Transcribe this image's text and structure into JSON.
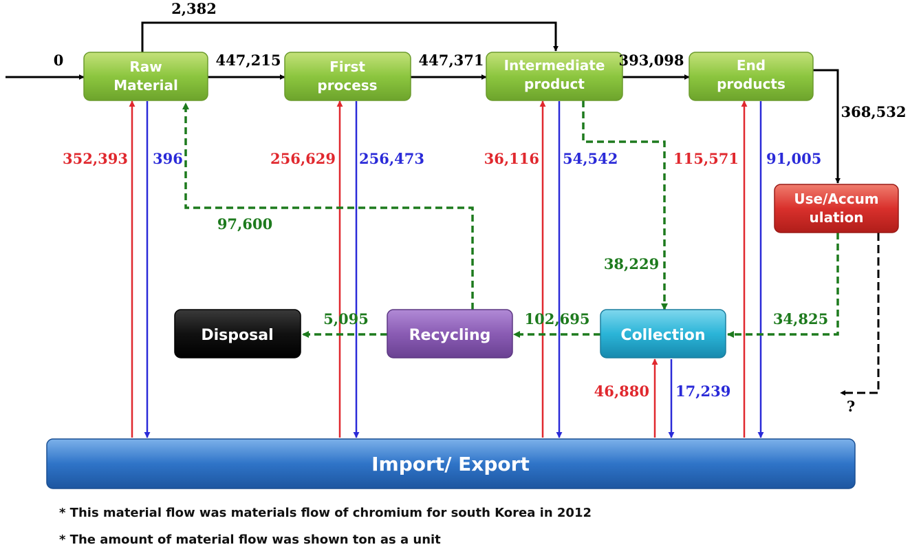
{
  "nodes": {
    "raw_material": {
      "line1": "Raw",
      "line2": "Material"
    },
    "first_process": {
      "line1": "First",
      "line2": "process"
    },
    "intermediate_product": {
      "line1": "Intermediate",
      "line2": "product"
    },
    "end_products": {
      "line1": "End",
      "line2": "products"
    },
    "use_accumulation": {
      "line1": "Use/Accum",
      "line2": "ulation"
    },
    "collection": {
      "label": "Collection"
    },
    "recycling": {
      "label": "Recycling"
    },
    "disposal": {
      "label": "Disposal"
    },
    "import_export": {
      "label": "Import/ Export"
    }
  },
  "flows": {
    "input": "0",
    "raw_to_intermediate_bypass": "2,382",
    "raw_to_first": "447,215",
    "first_to_intermediate": "447,371",
    "intermediate_to_end": "393,098",
    "end_to_use": "368,532",
    "raw_import": "352,393",
    "raw_export": "396",
    "first_import": "256,629",
    "first_export": "256,473",
    "intermediate_import": "36,116",
    "intermediate_export": "54,542",
    "end_import": "115,571",
    "end_export": "91,005",
    "recycling_to_raw": "97,600",
    "intermediate_to_collection": "38,229",
    "use_to_collection": "34,825",
    "collection_to_recycling": "102,695",
    "recycling_to_disposal": "5,095",
    "collection_import": "46,880",
    "collection_export": "17,239",
    "use_unknown": "?"
  },
  "notes": [
    "* This material flow was materials flow of chromium for south Korea in 2012",
    "* The amount of material flow was shown ton as a unit"
  ],
  "colors": {
    "green_node": "#8cc63f",
    "red_node": "#d9302c",
    "cyan_node": "#2bb5d8",
    "purple_node": "#8a5cb4",
    "black_node": "#0d0d0d",
    "blue_bar": "#2f74c8",
    "import_red": "#e0282e",
    "export_blue": "#2a2ad8",
    "recycle_green": "#1d7a1d"
  }
}
